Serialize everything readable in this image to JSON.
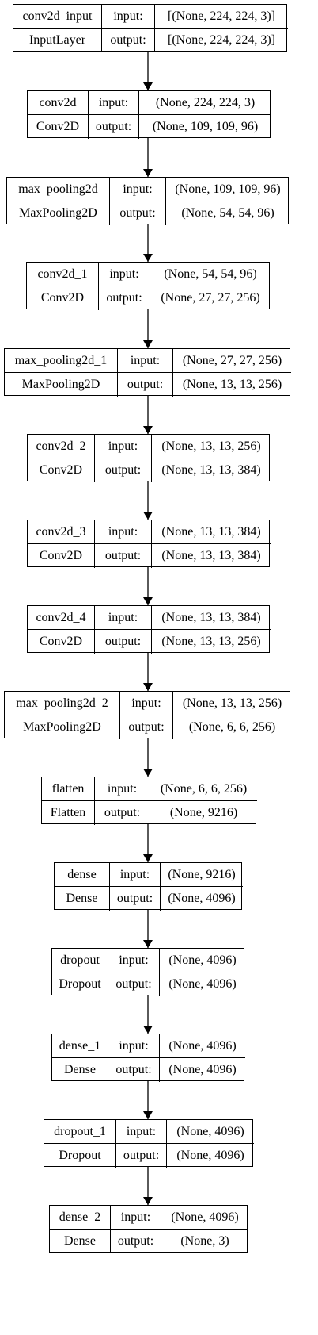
{
  "layers": [
    {
      "name": "conv2d_input",
      "type": "InputLayer",
      "input_label": "input:",
      "output_label": "output:",
      "input_shape": "[(None, 224, 224, 3)]",
      "output_shape": "[(None, 224, 224, 3)]"
    },
    {
      "name": "conv2d",
      "type": "Conv2D",
      "input_label": "input:",
      "output_label": "output:",
      "input_shape": "(None, 224, 224, 3)",
      "output_shape": "(None, 109, 109, 96)"
    },
    {
      "name": "max_pooling2d",
      "type": "MaxPooling2D",
      "input_label": "input:",
      "output_label": "output:",
      "input_shape": "(None, 109, 109, 96)",
      "output_shape": "(None, 54, 54, 96)"
    },
    {
      "name": "conv2d_1",
      "type": "Conv2D",
      "input_label": "input:",
      "output_label": "output:",
      "input_shape": "(None, 54, 54, 96)",
      "output_shape": "(None, 27, 27, 256)"
    },
    {
      "name": "max_pooling2d_1",
      "type": "MaxPooling2D",
      "input_label": "input:",
      "output_label": "output:",
      "input_shape": "(None, 27, 27, 256)",
      "output_shape": "(None, 13, 13, 256)"
    },
    {
      "name": "conv2d_2",
      "type": "Conv2D",
      "input_label": "input:",
      "output_label": "output:",
      "input_shape": "(None, 13, 13, 256)",
      "output_shape": "(None, 13, 13, 384)"
    },
    {
      "name": "conv2d_3",
      "type": "Conv2D",
      "input_label": "input:",
      "output_label": "output:",
      "input_shape": "(None, 13, 13, 384)",
      "output_shape": "(None, 13, 13, 384)"
    },
    {
      "name": "conv2d_4",
      "type": "Conv2D",
      "input_label": "input:",
      "output_label": "output:",
      "input_shape": "(None, 13, 13, 384)",
      "output_shape": "(None, 13, 13, 256)"
    },
    {
      "name": "max_pooling2d_2",
      "type": "MaxPooling2D",
      "input_label": "input:",
      "output_label": "output:",
      "input_shape": "(None, 13, 13, 256)",
      "output_shape": "(None, 6, 6, 256)"
    },
    {
      "name": "flatten",
      "type": "Flatten",
      "input_label": "input:",
      "output_label": "output:",
      "input_shape": "(None, 6, 6, 256)",
      "output_shape": "(None, 9216)"
    },
    {
      "name": "dense",
      "type": "Dense",
      "input_label": "input:",
      "output_label": "output:",
      "input_shape": "(None, 9216)",
      "output_shape": "(None, 4096)"
    },
    {
      "name": "dropout",
      "type": "Dropout",
      "input_label": "input:",
      "output_label": "output:",
      "input_shape": "(None, 4096)",
      "output_shape": "(None, 4096)"
    },
    {
      "name": "dense_1",
      "type": "Dense",
      "input_label": "input:",
      "output_label": "output:",
      "input_shape": "(None, 4096)",
      "output_shape": "(None, 4096)"
    },
    {
      "name": "dropout_1",
      "type": "Dropout",
      "input_label": "input:",
      "output_label": "output:",
      "input_shape": "(None, 4096)",
      "output_shape": "(None, 4096)"
    },
    {
      "name": "dense_2",
      "type": "Dense",
      "input_label": "input:",
      "output_label": "output:",
      "input_shape": "(None, 4096)",
      "output_shape": "(None, 3)"
    }
  ],
  "edges": [
    [
      0,
      1
    ],
    [
      1,
      2
    ],
    [
      2,
      3
    ],
    [
      3,
      4
    ],
    [
      4,
      5
    ],
    [
      5,
      6
    ],
    [
      6,
      7
    ],
    [
      7,
      8
    ],
    [
      8,
      9
    ],
    [
      9,
      10
    ],
    [
      10,
      11
    ],
    [
      11,
      12
    ],
    [
      12,
      13
    ],
    [
      13,
      14
    ]
  ]
}
